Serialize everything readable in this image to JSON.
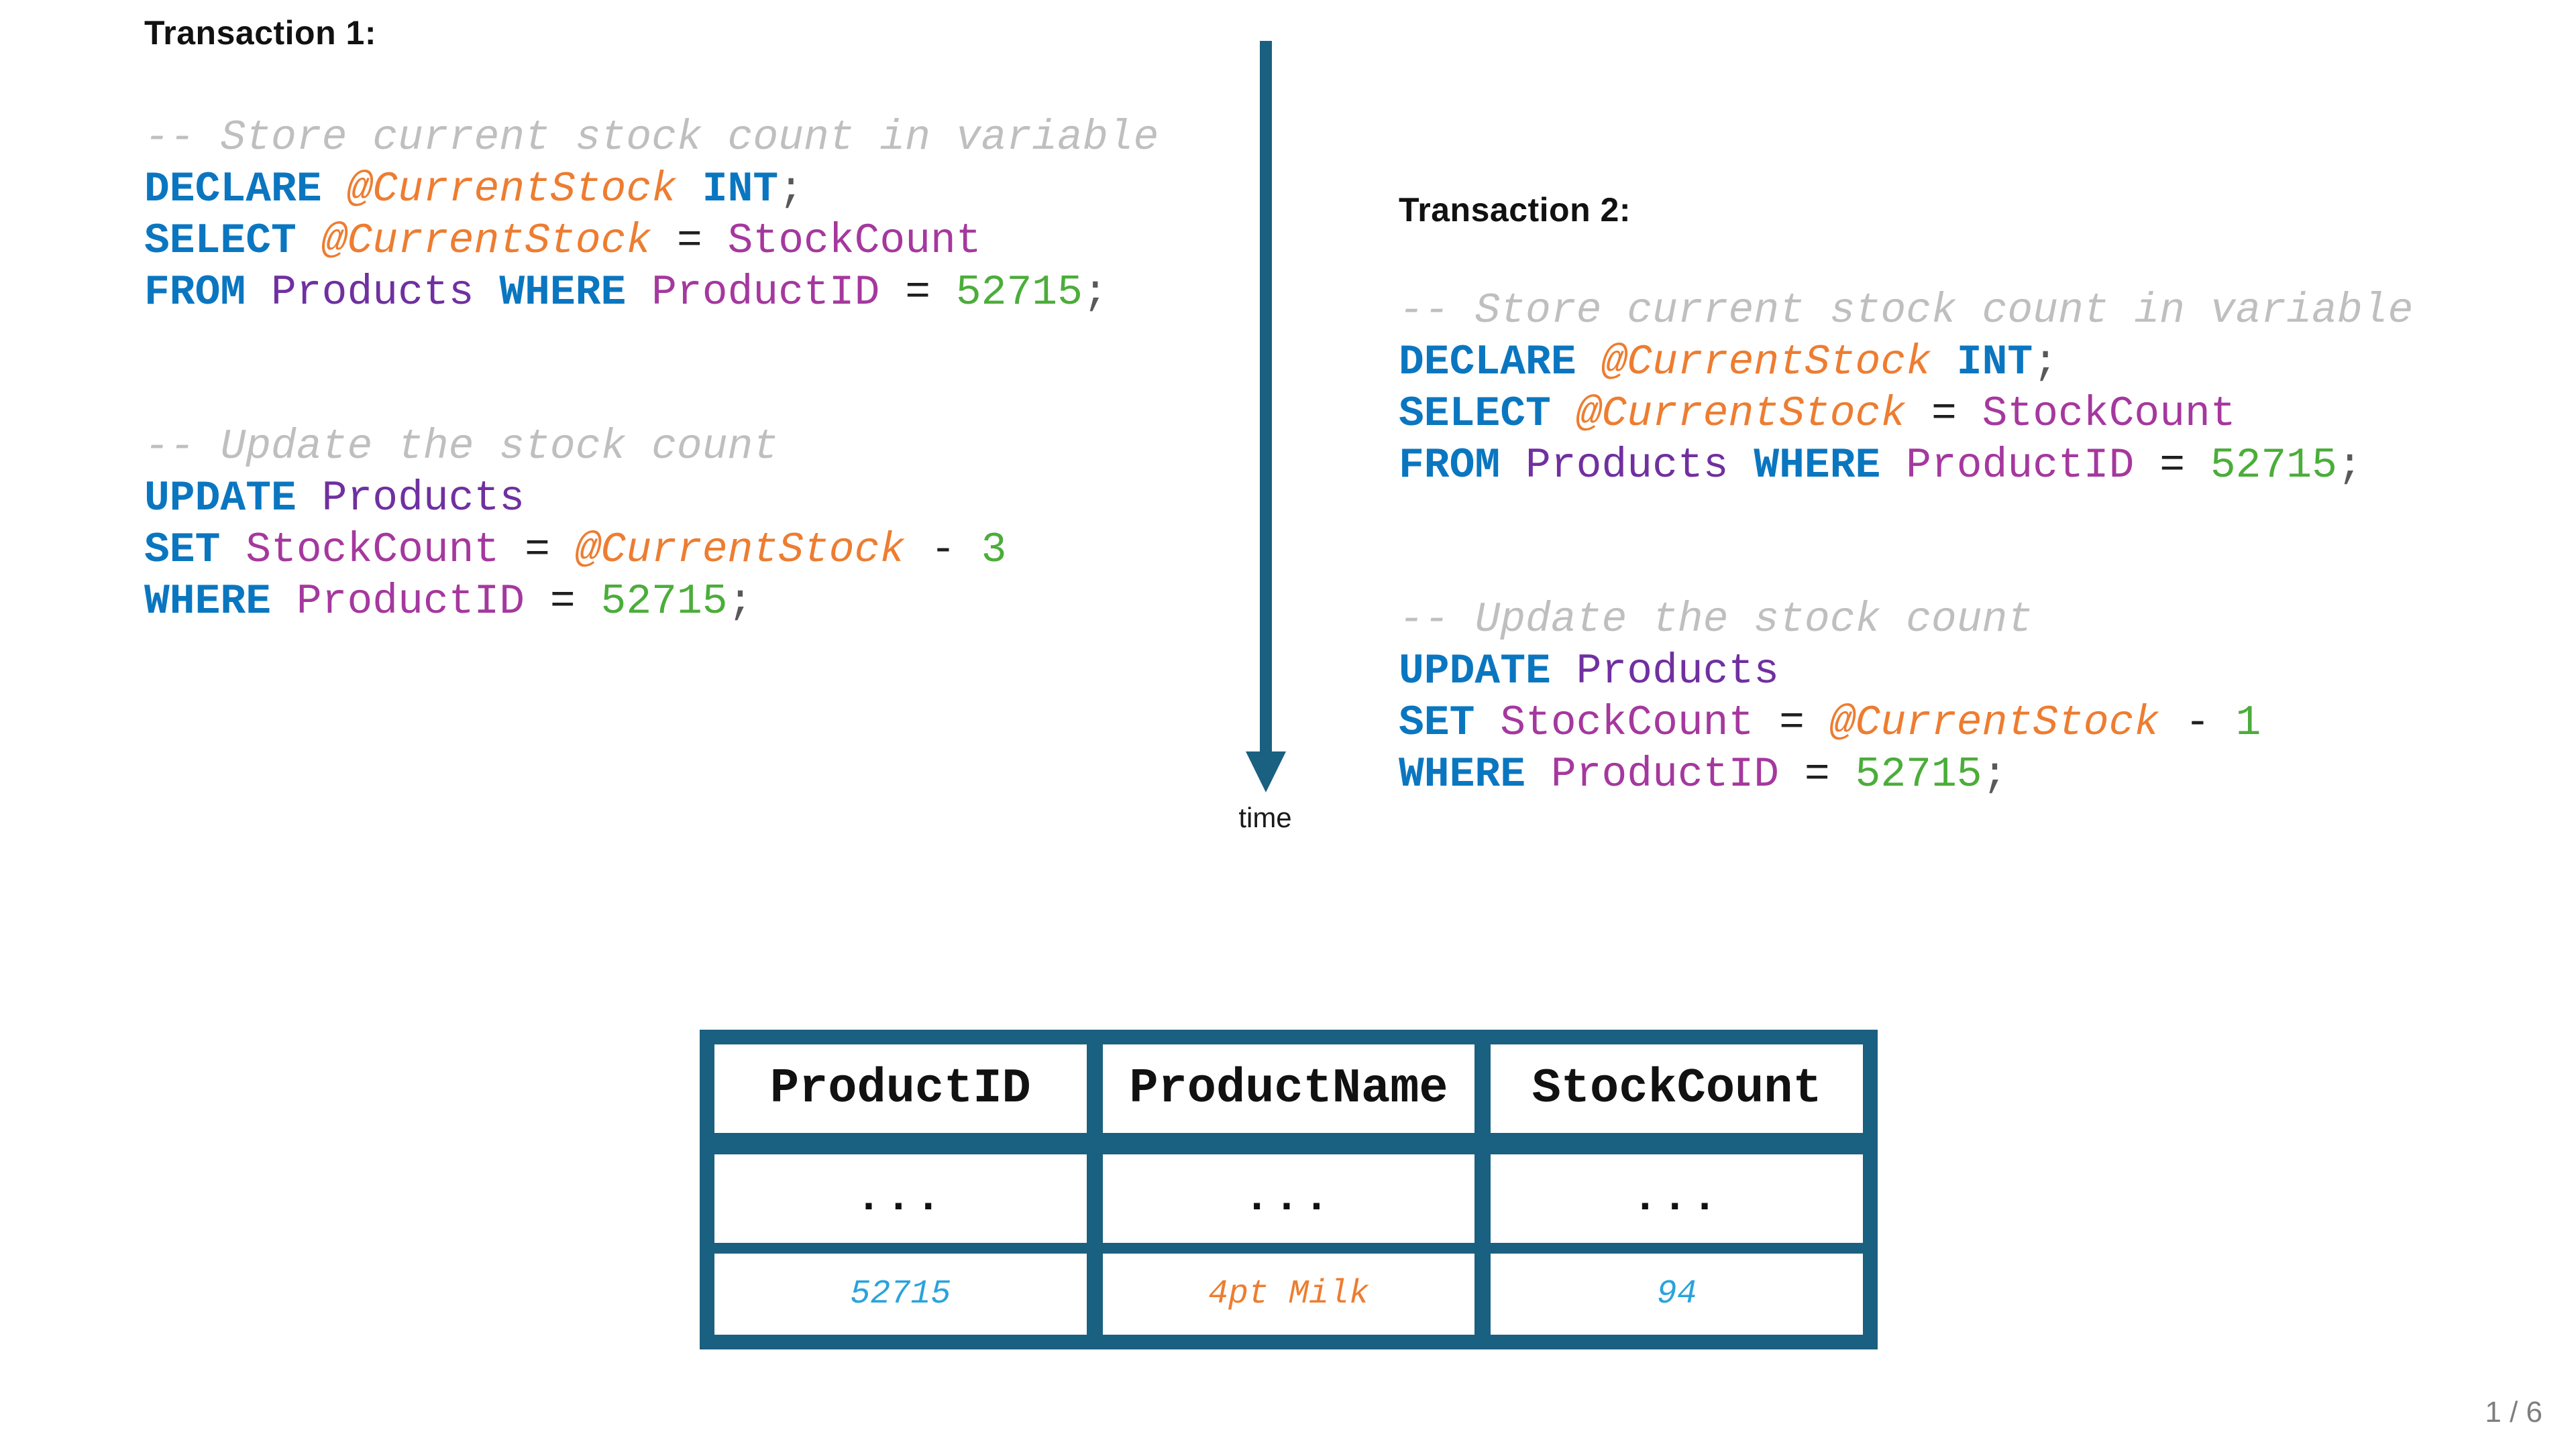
{
  "slide_type": "presentation-slide",
  "colors": {
    "keyword_blue": "#0B76C0",
    "variable_orange": "#ED7D31",
    "table_name_purple": "#7030A0",
    "column_name_magenta": "#A5389E",
    "number_green": "#4BAD3A",
    "comment_gray": "#BFBFBF",
    "operator_black": "#1F1F1F",
    "semicolon_gray": "#595959",
    "accent_teal": "#1A6080",
    "value_cyan": "#2AA3DC",
    "value_orange": "#ED7D31",
    "page_number_gray": "#7F7F7F"
  },
  "transactions": [
    {
      "title": "Transaction 1:",
      "blocks": [
        {
          "lines": [
            [
              {
                "t": "-- Store current stock count in variable",
                "c": "com"
              }
            ],
            [
              {
                "t": "DECLARE",
                "c": "kw"
              },
              {
                "t": " ",
                "c": "plain"
              },
              {
                "t": "@CurrentStock",
                "c": "var"
              },
              {
                "t": " ",
                "c": "plain"
              },
              {
                "t": "INT",
                "c": "kw"
              },
              {
                "t": ";",
                "c": "semi"
              }
            ],
            [
              {
                "t": "SELECT",
                "c": "kw"
              },
              {
                "t": " ",
                "c": "plain"
              },
              {
                "t": "@CurrentStock",
                "c": "var"
              },
              {
                "t": " ",
                "c": "plain"
              },
              {
                "t": "=",
                "c": "op"
              },
              {
                "t": " ",
                "c": "plain"
              },
              {
                "t": "StockCount",
                "c": "col"
              }
            ],
            [
              {
                "t": "FROM",
                "c": "kw"
              },
              {
                "t": " ",
                "c": "plain"
              },
              {
                "t": "Products",
                "c": "tbl"
              },
              {
                "t": " ",
                "c": "plain"
              },
              {
                "t": "WHERE",
                "c": "kw"
              },
              {
                "t": " ",
                "c": "plain"
              },
              {
                "t": "ProductID",
                "c": "col"
              },
              {
                "t": " ",
                "c": "plain"
              },
              {
                "t": "=",
                "c": "op"
              },
              {
                "t": " ",
                "c": "plain"
              },
              {
                "t": "52715",
                "c": "num"
              },
              {
                "t": ";",
                "c": "semi"
              }
            ]
          ]
        },
        {
          "lines": [
            [
              {
                "t": "-- Update the stock count",
                "c": "com"
              }
            ],
            [
              {
                "t": "UPDATE",
                "c": "kw"
              },
              {
                "t": " ",
                "c": "plain"
              },
              {
                "t": "Products",
                "c": "tbl"
              }
            ],
            [
              {
                "t": "SET",
                "c": "kw"
              },
              {
                "t": " ",
                "c": "plain"
              },
              {
                "t": "StockCount",
                "c": "col"
              },
              {
                "t": " ",
                "c": "plain"
              },
              {
                "t": "=",
                "c": "op"
              },
              {
                "t": " ",
                "c": "plain"
              },
              {
                "t": "@CurrentStock",
                "c": "var"
              },
              {
                "t": " ",
                "c": "plain"
              },
              {
                "t": "-",
                "c": "op"
              },
              {
                "t": " ",
                "c": "plain"
              },
              {
                "t": "3",
                "c": "num"
              }
            ],
            [
              {
                "t": "WHERE",
                "c": "kw"
              },
              {
                "t": " ",
                "c": "plain"
              },
              {
                "t": "ProductID",
                "c": "col"
              },
              {
                "t": " ",
                "c": "plain"
              },
              {
                "t": "=",
                "c": "op"
              },
              {
                "t": " ",
                "c": "plain"
              },
              {
                "t": "52715",
                "c": "num"
              },
              {
                "t": ";",
                "c": "semi"
              }
            ]
          ]
        }
      ]
    },
    {
      "title": "Transaction 2:",
      "blocks": [
        {
          "lines": [
            [
              {
                "t": "-- Store current stock count in variable",
                "c": "com"
              }
            ],
            [
              {
                "t": "DECLARE",
                "c": "kw"
              },
              {
                "t": " ",
                "c": "plain"
              },
              {
                "t": "@CurrentStock",
                "c": "var"
              },
              {
                "t": " ",
                "c": "plain"
              },
              {
                "t": "INT",
                "c": "kw"
              },
              {
                "t": ";",
                "c": "semi"
              }
            ],
            [
              {
                "t": "SELECT",
                "c": "kw"
              },
              {
                "t": " ",
                "c": "plain"
              },
              {
                "t": "@CurrentStock",
                "c": "var"
              },
              {
                "t": " ",
                "c": "plain"
              },
              {
                "t": "=",
                "c": "op"
              },
              {
                "t": " ",
                "c": "plain"
              },
              {
                "t": "StockCount",
                "c": "col"
              }
            ],
            [
              {
                "t": "FROM",
                "c": "kw"
              },
              {
                "t": " ",
                "c": "plain"
              },
              {
                "t": "Products",
                "c": "tbl"
              },
              {
                "t": " ",
                "c": "plain"
              },
              {
                "t": "WHERE",
                "c": "kw"
              },
              {
                "t": " ",
                "c": "plain"
              },
              {
                "t": "ProductID",
                "c": "col"
              },
              {
                "t": " ",
                "c": "plain"
              },
              {
                "t": "=",
                "c": "op"
              },
              {
                "t": " ",
                "c": "plain"
              },
              {
                "t": "52715",
                "c": "num"
              },
              {
                "t": ";",
                "c": "semi"
              }
            ]
          ]
        },
        {
          "lines": [
            [
              {
                "t": "-- Update the stock count",
                "c": "com"
              }
            ],
            [
              {
                "t": "UPDATE",
                "c": "kw"
              },
              {
                "t": " ",
                "c": "plain"
              },
              {
                "t": "Products",
                "c": "tbl"
              }
            ],
            [
              {
                "t": "SET",
                "c": "kw"
              },
              {
                "t": " ",
                "c": "plain"
              },
              {
                "t": "StockCount",
                "c": "col"
              },
              {
                "t": " ",
                "c": "plain"
              },
              {
                "t": "=",
                "c": "op"
              },
              {
                "t": " ",
                "c": "plain"
              },
              {
                "t": "@CurrentStock",
                "c": "var"
              },
              {
                "t": " ",
                "c": "plain"
              },
              {
                "t": "-",
                "c": "op"
              },
              {
                "t": " ",
                "c": "plain"
              },
              {
                "t": "1",
                "c": "num"
              }
            ],
            [
              {
                "t": "WHERE",
                "c": "kw"
              },
              {
                "t": " ",
                "c": "plain"
              },
              {
                "t": "ProductID",
                "c": "col"
              },
              {
                "t": " ",
                "c": "plain"
              },
              {
                "t": "=",
                "c": "op"
              },
              {
                "t": " ",
                "c": "plain"
              },
              {
                "t": "52715",
                "c": "num"
              },
              {
                "t": ";",
                "c": "semi"
              }
            ]
          ]
        }
      ]
    }
  ],
  "timeline": {
    "label": "time"
  },
  "table": {
    "headers": [
      "ProductID",
      "ProductName",
      "StockCount"
    ],
    "rows": [
      [
        "...",
        "...",
        "..."
      ],
      [
        "52715",
        "4pt Milk",
        "94"
      ]
    ]
  },
  "footer": {
    "page_indicator": "1 / 6"
  }
}
